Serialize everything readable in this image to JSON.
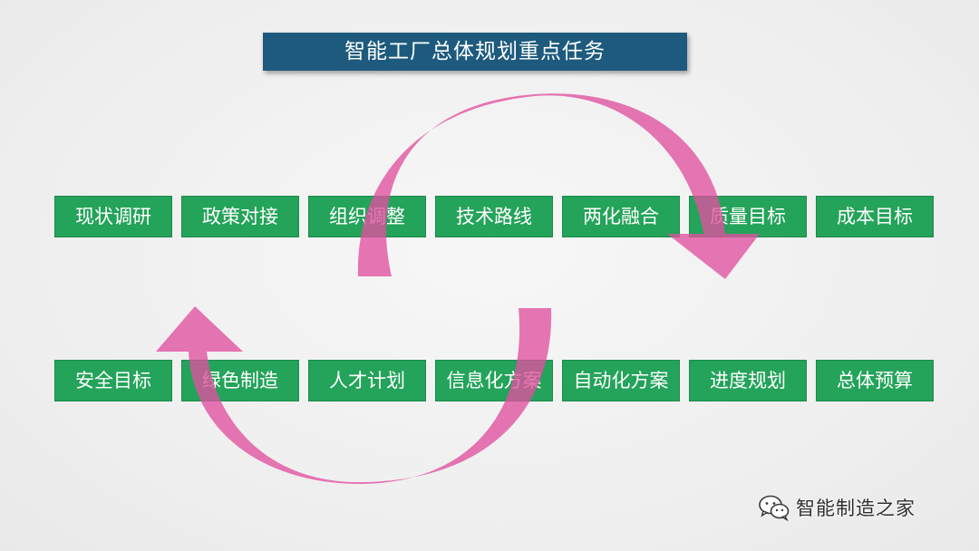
{
  "title": "智能工厂总体规划重点任务",
  "row_top": [
    "现状调研",
    "政策对接",
    "组织调整",
    "技术路线",
    "两化融合",
    "质量目标",
    "成本目标"
  ],
  "row_bottom": [
    "安全目标",
    "绿色制造",
    "人才计划",
    "信息化方案",
    "自动化方案",
    "进度规划",
    "总体预算"
  ],
  "watermark": "智能制造之家",
  "colors": {
    "title_bg": "#1d5a7d",
    "task_bg": "#24a35a",
    "arrow": "#e0509f"
  },
  "icons": {
    "watermark_icon": "wechat-icon",
    "arrow_top": "curved-arrow-right-down",
    "arrow_bottom": "curved-arrow-left-up"
  }
}
